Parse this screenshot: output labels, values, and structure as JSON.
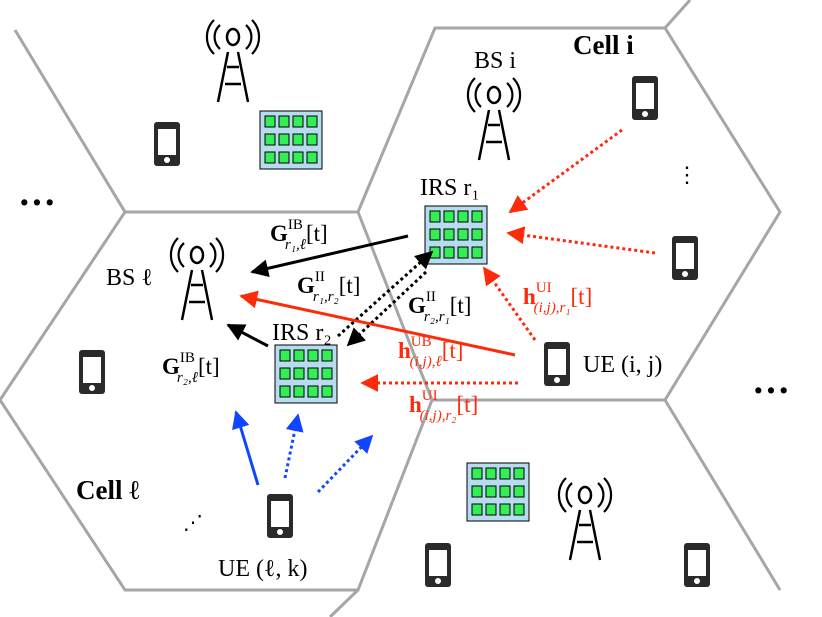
{
  "labels": {
    "bs_i": "BS i",
    "cell_i": "Cell i",
    "irs_r1": "IRS r₁",
    "bs_l": "BS ℓ",
    "irs_r2": "IRS r₂",
    "cell_l": "Cell ℓ",
    "ue_ij": "UE (i, j)",
    "ue_lk": "UE (ℓ, k)"
  },
  "ellipsis": {
    "left": "···",
    "right": "···",
    "vertical": "⋮",
    "small": "⋰"
  },
  "channels": {
    "g_ib_r1_l": {
      "base": "G",
      "sup": "IB",
      "sub": "r₁,ℓ",
      "arg": "[t]"
    },
    "g_ii_r1_r2": {
      "base": "G",
      "sup": "II",
      "sub": "r₁,r₂",
      "arg": "[t]"
    },
    "g_ii_r2_r1": {
      "base": "G",
      "sup": "II",
      "sub": "r₂,r₁",
      "arg": "[t]"
    },
    "g_ib_r2_l": {
      "base": "G",
      "sup": "IB",
      "sub": "r₂,ℓ",
      "arg": "[t]"
    },
    "h_ui_ij_r1": {
      "base": "h",
      "sup": "UI",
      "sub": "(i,j),r₁",
      "arg": "[t]"
    },
    "h_ub_ij_l": {
      "base": "h",
      "sup": "UB",
      "sub": "(i,j),ℓ",
      "arg": "[t]"
    },
    "h_ui_ij_r2": {
      "base": "h",
      "sup": "UI",
      "sub": "(i,j),r₂",
      "arg": "[t]"
    }
  },
  "colors": {
    "cell_border": "#a6a6a6",
    "black": "#000000",
    "red": "#ff2a0a",
    "blue": "#1046ff",
    "irs_panel": "#b7dcf0",
    "irs_element": "#33ee55",
    "phone_body": "#2a2a2a"
  }
}
